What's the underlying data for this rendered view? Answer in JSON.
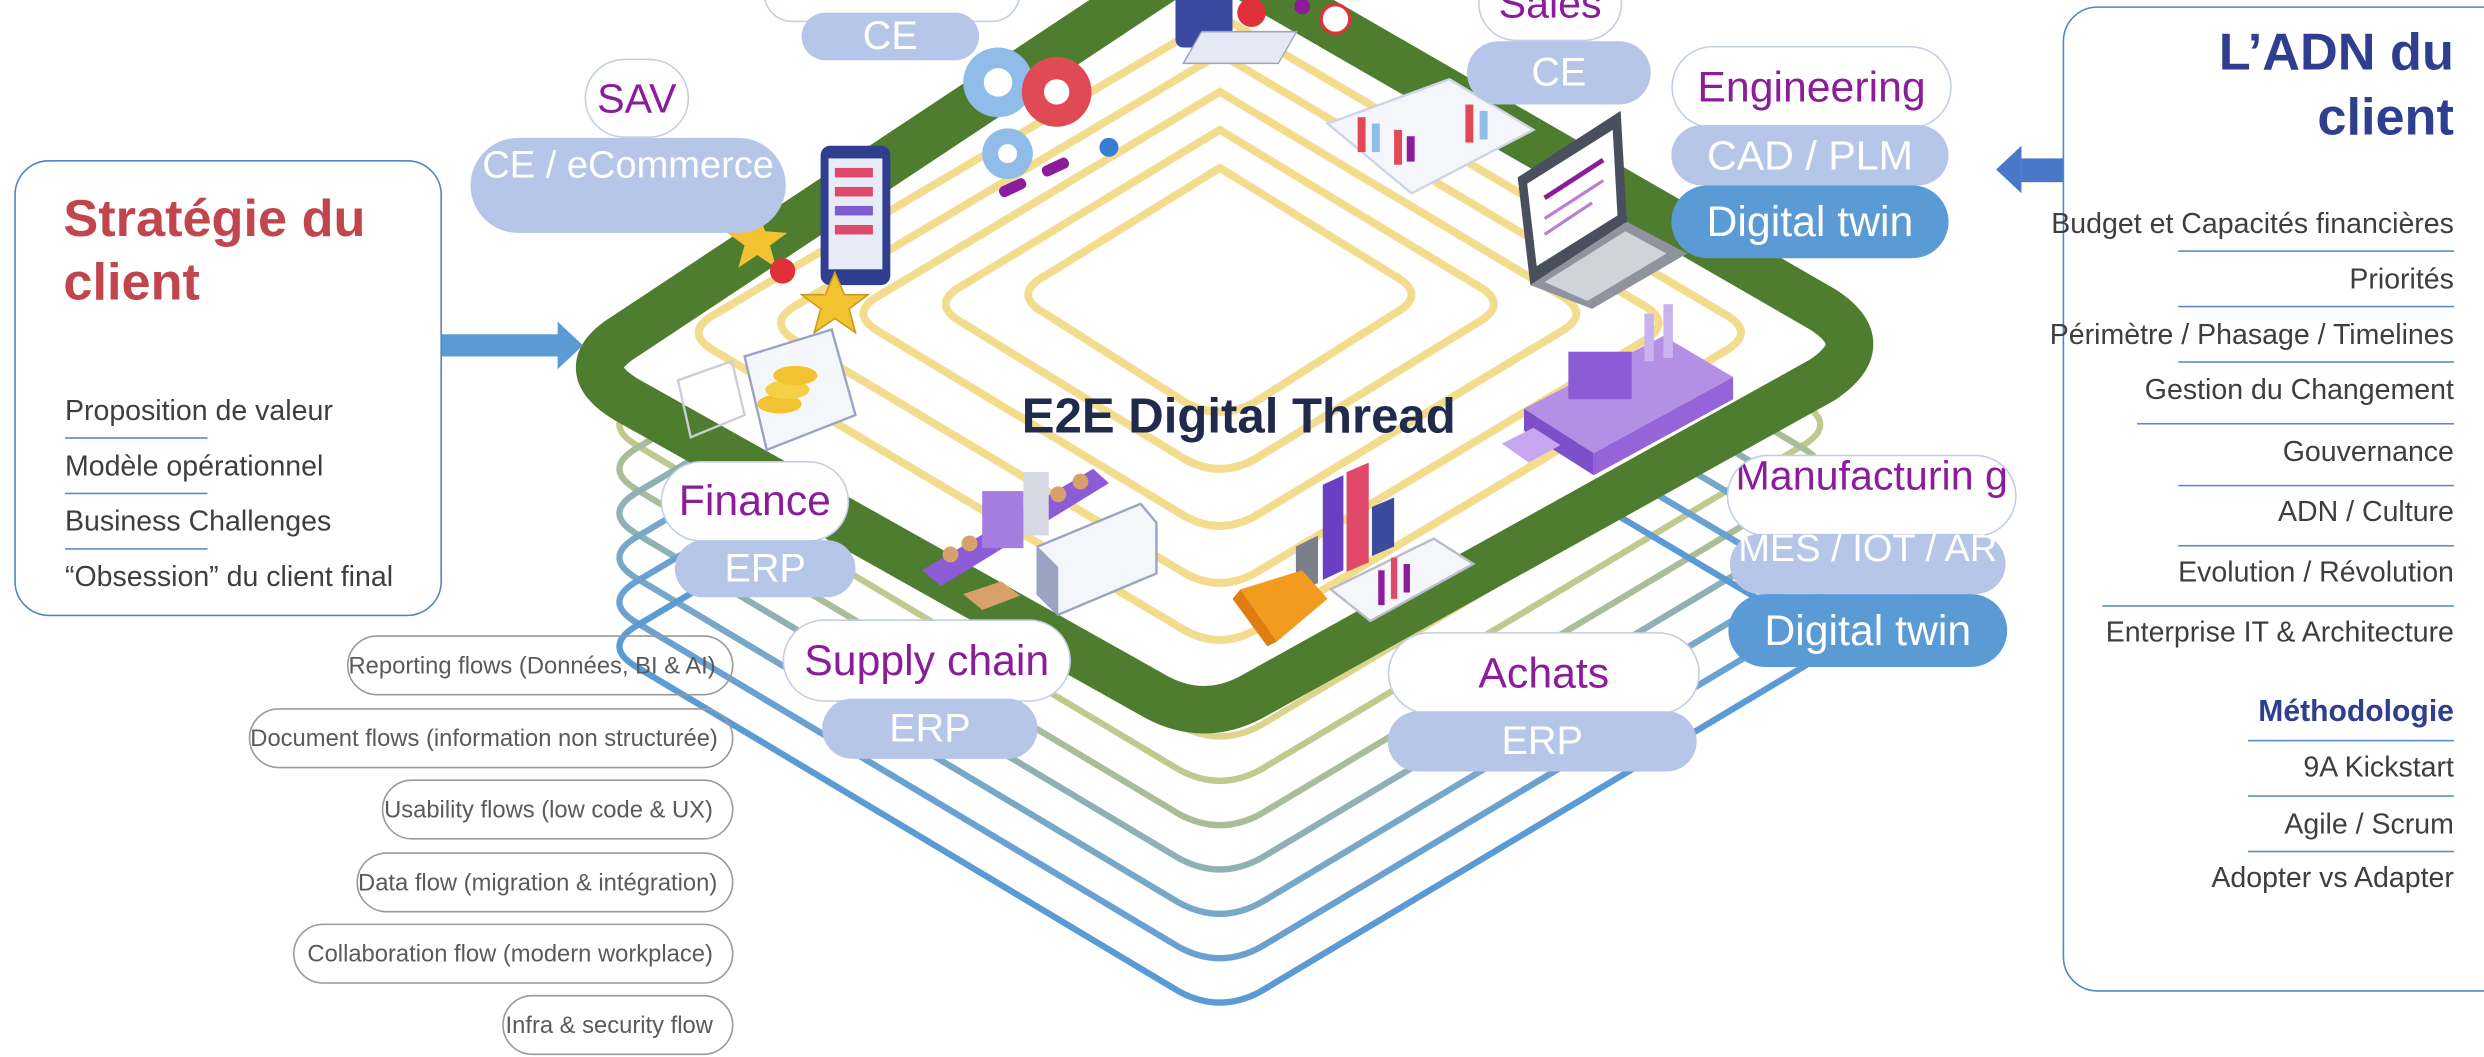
{
  "center_title": "E2E Digital Thread",
  "left_panel": {
    "title": "Stratégie du client",
    "items": [
      "Proposition de valeur",
      "Modèle opérationnel",
      "Business Challenges",
      "“Obsession” du client final"
    ]
  },
  "right_panel": {
    "title": "L’ADN du client",
    "items": [
      "Budget et Capacités financières",
      "Priorités",
      "Périmètre / Phasage / Timelines",
      "Gestion du Changement",
      "Gouvernance",
      "ADN / Culture",
      "Evolution / Révolution",
      "Enterprise IT & Architecture"
    ],
    "methodology_title": "Méthodologie",
    "methodology_items": [
      "9A Kickstart",
      "Agile / Scrum",
      "Adopter vs Adapter"
    ]
  },
  "flows": [
    "Reporting flows (Données, BI & AI)",
    "Document flows (information non structurée)",
    "Usability flows (low code & UX)",
    "Data flow (migration & intégration)",
    "Collaboration flow (modern workplace)",
    "Infra & security flow"
  ],
  "domains": {
    "top_left_sub": "CE",
    "sav": {
      "title": "SAV",
      "sub": "CE / eCommerce"
    },
    "sales": {
      "title": "Sales",
      "sub": "CE"
    },
    "engineering": {
      "title": "Engineering",
      "sub": "CAD / PLM",
      "extra": "Digital twin"
    },
    "manufacturing": {
      "title": "Manufacturin g",
      "sub": "MES / IOT / AR",
      "extra": "Digital twin"
    },
    "finance": {
      "title": "Finance",
      "sub": "ERP"
    },
    "supply_chain": {
      "title": "Supply chain",
      "sub": "ERP"
    },
    "achats": {
      "title": "Achats",
      "sub": "ERP"
    }
  },
  "colors": {
    "platform_green": "#4f7d2f",
    "flow_yellow": "#f3dc8d",
    "flow_blue": "#5b9bd5",
    "accent_red": "#c0454d",
    "accent_navy": "#2f3e8f",
    "domain_purple": "#8b1c9a",
    "pill_blue": "#b6c6e8",
    "pill_dark_blue": "#5b9bd5"
  },
  "icons": [
    "mobile-app-icon",
    "gears-icon",
    "star-icon",
    "monitor-coins-icon",
    "conveyor-truck-icon",
    "bar-chart-basket-icon",
    "factory-icon",
    "laptop-icon",
    "dashboard-chart-icon",
    "smartphone-icon",
    "megaphone-icon"
  ]
}
